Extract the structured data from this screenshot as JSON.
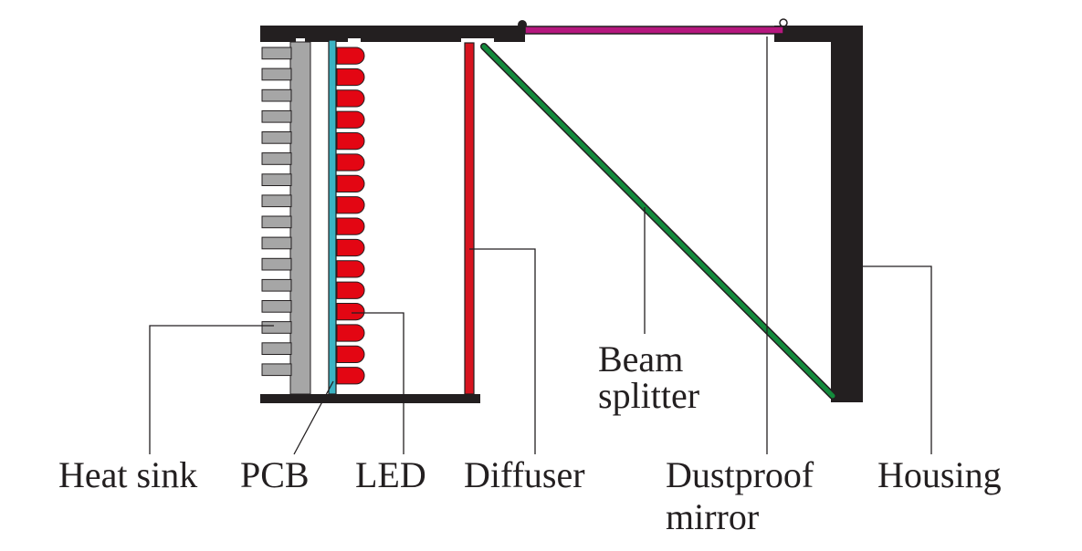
{
  "diagram": {
    "colors": {
      "housing": "#231f20",
      "heat_sink": "#a6a6a6",
      "pcb": "#3bb3c3",
      "led": "#e30613",
      "diffuser": "#d7141f",
      "beam_splitter": "#138a3c",
      "mirror": "#b5177e",
      "leader": "#231f20",
      "text": "#231f20"
    },
    "led_count": 16,
    "fin_count": 16,
    "labels": {
      "heat_sink": "Heat sink",
      "pcb": "PCB",
      "led": "LED",
      "diffuser": "Diffuser",
      "beam_splitter_1": "Beam",
      "beam_splitter_2": "splitter",
      "dustproof_1": "Dustproof",
      "dustproof_2": "mirror",
      "housing": "Housing"
    }
  }
}
